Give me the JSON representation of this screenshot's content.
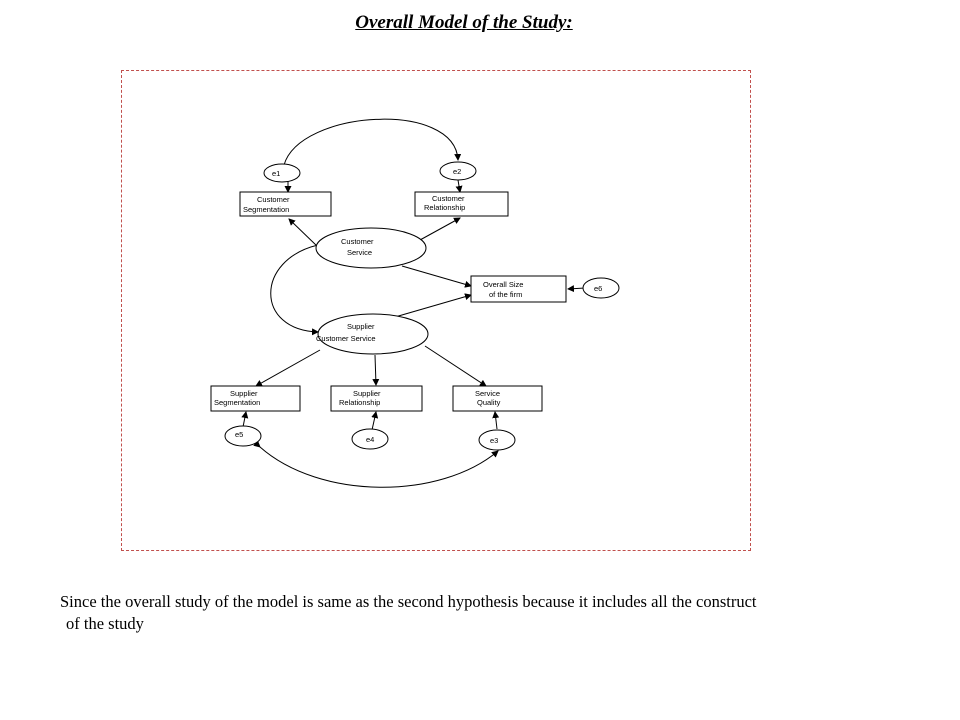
{
  "title": "Overall Model of the Study:",
  "diagram": {
    "boxes": {
      "customer_segmentation": [
        "Customer",
        "Segmentation"
      ],
      "customer_relationship": [
        "Customer",
        "Relationship"
      ],
      "overall_size": [
        "Overall Size",
        "of the firm"
      ],
      "supplier_segmentation": [
        "Supplier",
        "Segmentation"
      ],
      "supplier_relationship": [
        "Supplier",
        "Relationship"
      ],
      "service_quality": [
        "Service",
        "Quality"
      ]
    },
    "latents": {
      "customer_service": [
        "Customer",
        "Service"
      ],
      "supplier_customer_service": [
        "Supplier",
        "Customer Service"
      ]
    },
    "errors": {
      "e1": "e1",
      "e2": "e2",
      "e3": "e3",
      "e4": "e4",
      "e5": "e5",
      "e6": "e6"
    }
  },
  "body_text": "Since the overall study of the model is same as the second hypothesis because it includes all the construct of the study",
  "body_line1": "Since the overall study of the model is same as the second hypothesis because it includes all the construct",
  "body_line2": "of the study"
}
